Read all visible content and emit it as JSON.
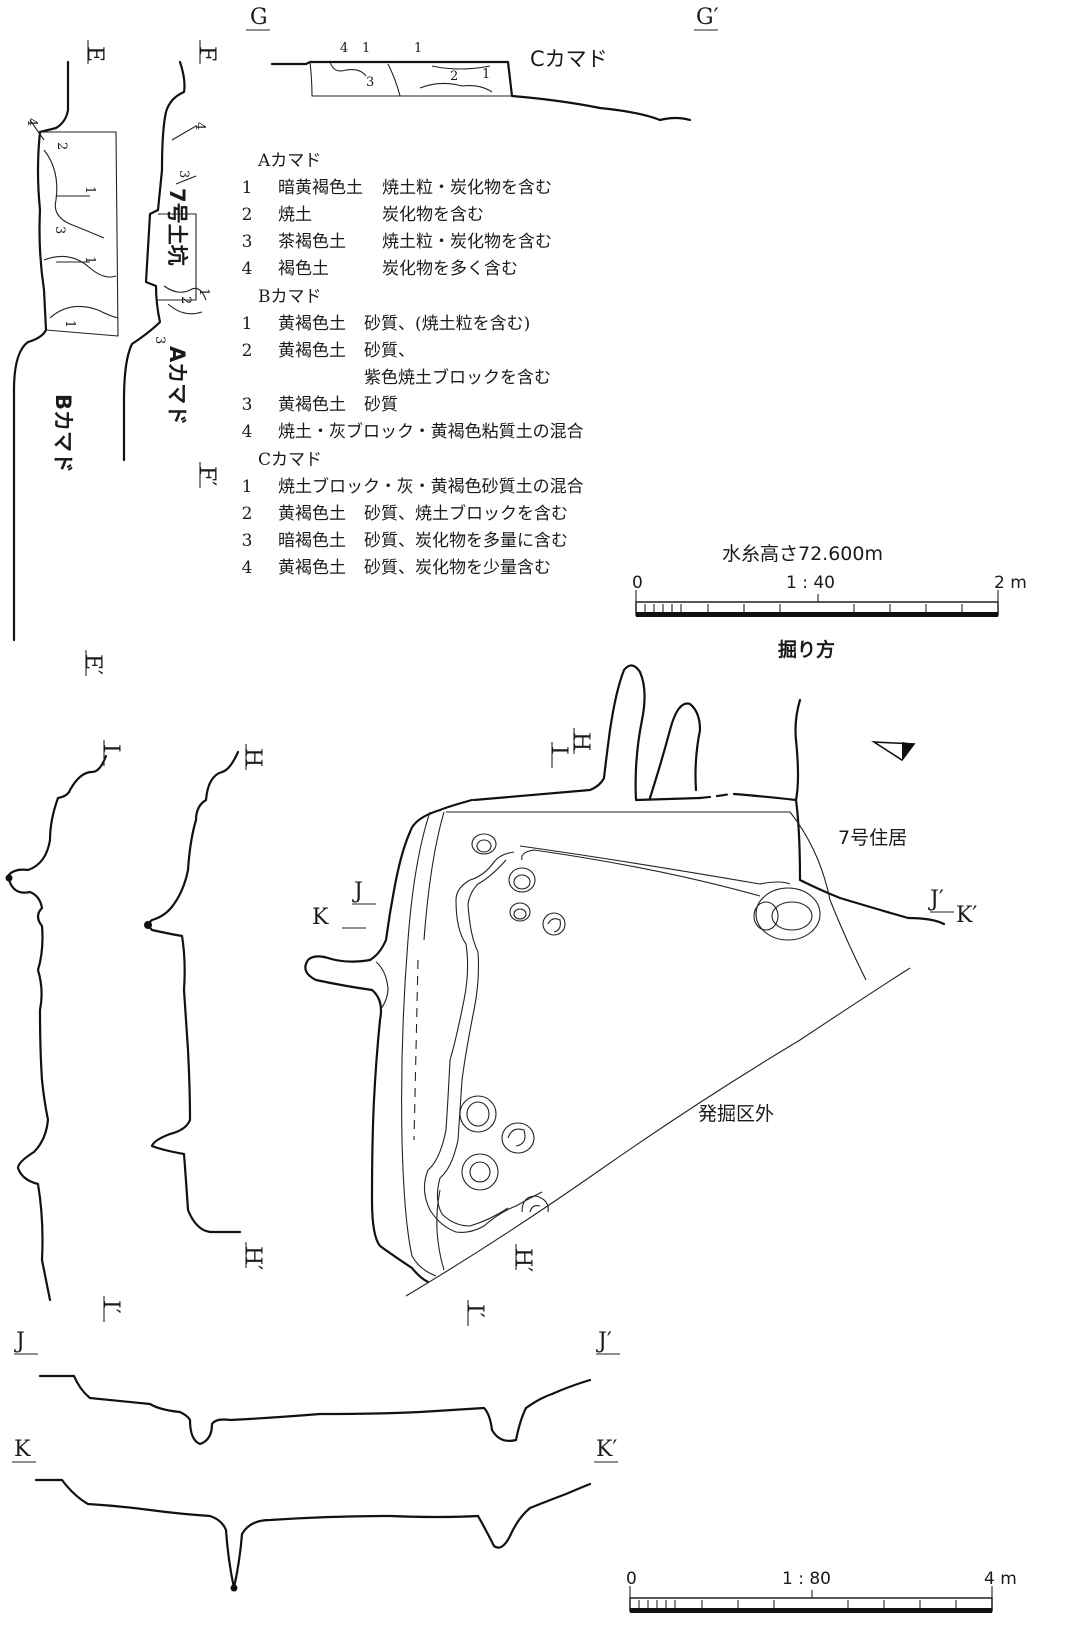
{
  "section_labels": {
    "E": "E",
    "E_prime": "E′",
    "F": "F",
    "F_prime": "F′",
    "G": "G",
    "G_prime": "G′",
    "H": "H",
    "H_prime": "H′",
    "I": "I",
    "I_prime": "I′",
    "J": "J",
    "J_prime": "J′",
    "K": "K",
    "K_prime": "K′"
  },
  "feature_labels": {
    "c_kamado": "Cカマド",
    "a_kamado": "Aカマド",
    "b_kamado": "Bカマド",
    "pit_7": "7号土坑",
    "dwelling_7": "7号住居",
    "outside_area": "発掘区外",
    "horikata": "掘り方"
  },
  "layer_numbers": [
    "1",
    "2",
    "3",
    "4"
  ],
  "legend": {
    "a_title": "Aカマド",
    "a_layers": [
      {
        "no": "1",
        "soil": "暗黄褐色土",
        "desc": "焼土粒・炭化物を含む"
      },
      {
        "no": "2",
        "soil": "焼土",
        "desc": "炭化物を含む"
      },
      {
        "no": "3",
        "soil": "茶褐色土",
        "desc": "焼土粒・炭化物を含む"
      },
      {
        "no": "4",
        "soil": "褐色土",
        "desc": "炭化物を多く含む"
      }
    ],
    "b_title": "Bカマド",
    "b_layers": [
      {
        "no": "1",
        "soil": "黄褐色土",
        "desc": "砂質、(焼土粒を含む)"
      },
      {
        "no": "2",
        "soil": "黄褐色土",
        "desc": "砂質、"
      },
      {
        "no": "",
        "soil": "",
        "desc": "紫色焼土ブロックを含む"
      },
      {
        "no": "3",
        "soil": "黄褐色土",
        "desc": "砂質"
      },
      {
        "no": "4",
        "soil": "",
        "desc": "焼土・灰ブロック・黄褐色粘質土の混合"
      }
    ],
    "c_title": "Cカマド",
    "c_layers": [
      {
        "no": "1",
        "soil": "",
        "desc": "焼土ブロック・灰・黄褐色砂質土の混合"
      },
      {
        "no": "2",
        "soil": "黄褐色土",
        "desc": "砂質、焼土ブロックを含む"
      },
      {
        "no": "3",
        "soil": "暗褐色土",
        "desc": "砂質、炭化物を多量に含む"
      },
      {
        "no": "4",
        "soil": "黄褐色土",
        "desc": "砂質、炭化物を少量含む"
      }
    ]
  },
  "scale_40": {
    "datum": "水糸高さ72.600m",
    "ratio": "1 : 40",
    "zero": "0",
    "max": "2 m"
  },
  "scale_80": {
    "ratio": "1 : 80",
    "zero": "0",
    "max": "4 m"
  }
}
